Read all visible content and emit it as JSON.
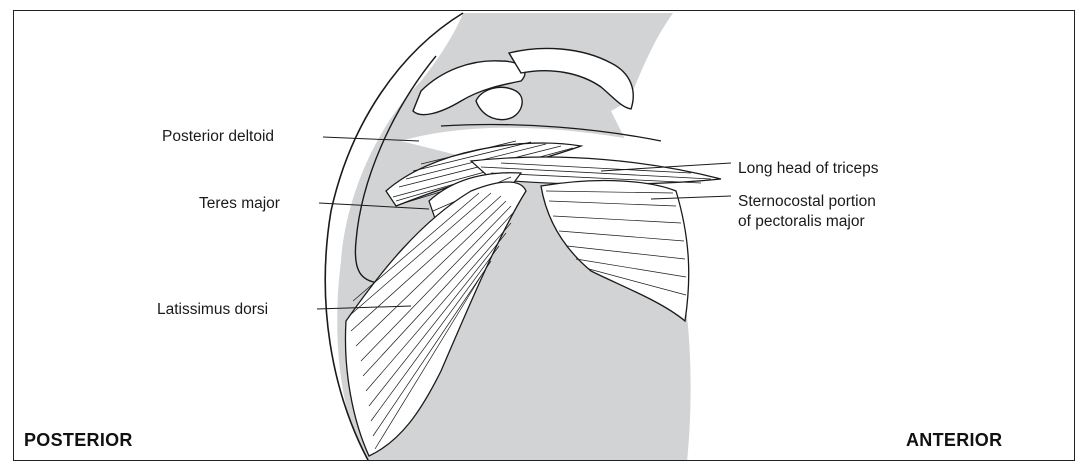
{
  "labels": {
    "posterior_deltoid": "Posterior deltoid",
    "teres_major": "Teres major",
    "latissimus_dorsi": "Latissimus dorsi",
    "long_head_triceps": "Long head of triceps",
    "sternocostal_line1": "Sternocostal portion",
    "sternocostal_line2": "of pectoralis major"
  },
  "orientation": {
    "posterior": "POSTERIOR",
    "anterior": "ANTERIOR"
  },
  "colors": {
    "body_fill": "#d2d3d5",
    "line": "#1a1a1a",
    "frame": "#222222"
  }
}
